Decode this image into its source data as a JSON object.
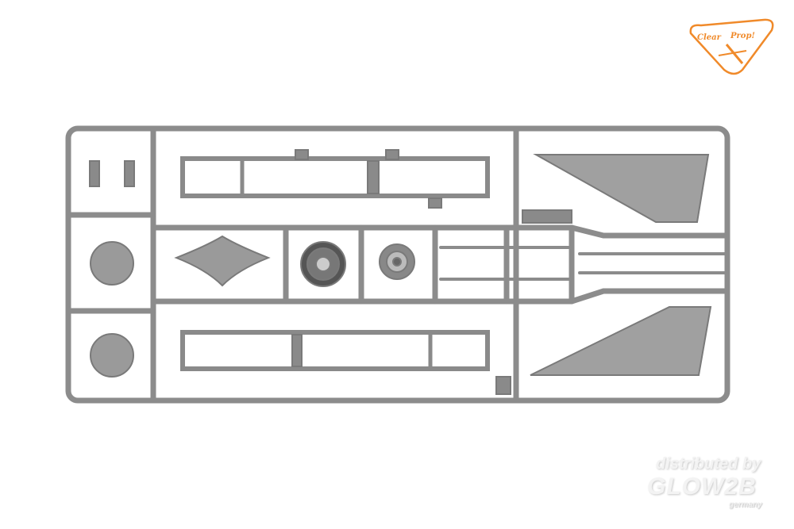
{
  "logo": {
    "brand_left": "Clear",
    "brand_right": "Prop!",
    "color": "#f08a2a"
  },
  "watermark": {
    "line1": "distributed by",
    "line2": "GLOW2B",
    "line3": "germany"
  },
  "colors": {
    "plastic": "#8e8e8e",
    "plastic_dark": "#6f6f6f",
    "part_fill": "#9a9a9a"
  }
}
